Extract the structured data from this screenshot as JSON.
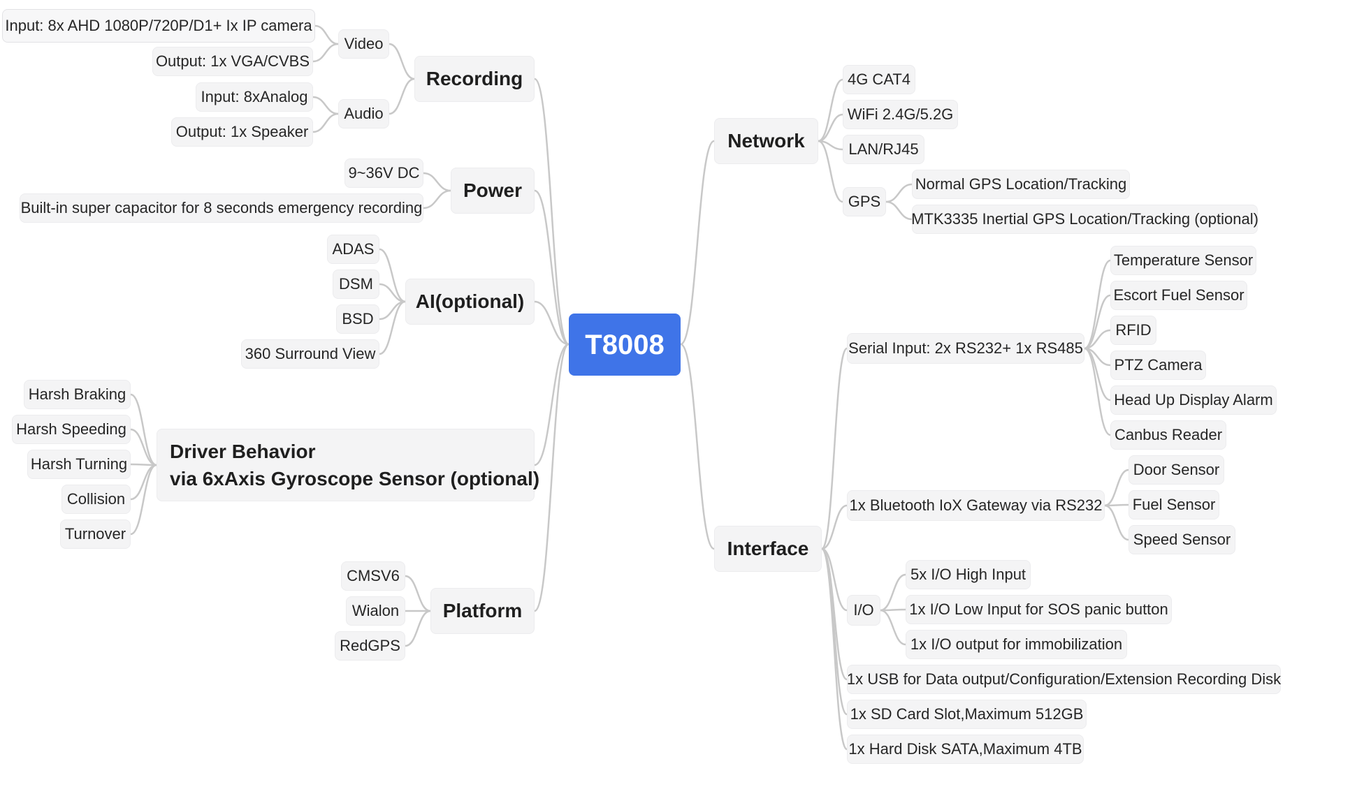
{
  "root": {
    "label": "T8008"
  },
  "colors": {
    "root_fill": "#3f74e8",
    "node_fill": "#f4f4f5",
    "connector": "#c8c8c8",
    "text": "#262626"
  },
  "branches": {
    "recording": {
      "label": "Recording",
      "video": {
        "label": "Video",
        "input": "Input: 8x AHD 1080P/720P/D1+ Ix IP camera",
        "output": "Output: 1x VGA/CVBS"
      },
      "audio": {
        "label": "Audio",
        "input": "Input: 8xAnalog",
        "output": "Output: 1x Speaker"
      }
    },
    "power": {
      "label": "Power",
      "items": [
        "9~36V DC",
        "Built-in super capacitor for 8 seconds emergency recording"
      ]
    },
    "ai": {
      "label": "AI(optional)",
      "items": [
        "ADAS",
        "DSM",
        "BSD",
        "360 Surround View"
      ]
    },
    "driver": {
      "label_line1": "Driver Behavior",
      "label_line2": "via 6xAxis Gyroscope Sensor (optional)",
      "items": [
        "Harsh Braking",
        "Harsh Speeding",
        "Harsh Turning",
        "Collision",
        "Turnover"
      ]
    },
    "platform": {
      "label": "Platform",
      "items": [
        "CMSV6",
        "Wialon",
        "RedGPS"
      ]
    },
    "network": {
      "label": "Network",
      "items": [
        "4G CAT4",
        "WiFi 2.4G/5.2G",
        "LAN/RJ45"
      ],
      "gps": {
        "label": "GPS",
        "items": [
          "Normal GPS Location/Tracking",
          "MTK3335 Inertial GPS Location/Tracking (optional)"
        ]
      }
    },
    "interface": {
      "label": "Interface",
      "serial": {
        "label": "Serial Input: 2x RS232+ 1x RS485",
        "items": [
          "Temperature Sensor",
          "Escort Fuel Sensor",
          "RFID",
          "PTZ Camera",
          "Head Up Display Alarm",
          "Canbus Reader"
        ]
      },
      "bluetooth": {
        "label": "1x Bluetooth IoX Gateway via RS232",
        "items": [
          "Door Sensor",
          "Fuel Sensor",
          "Speed Sensor"
        ]
      },
      "io": {
        "label": "I/O",
        "items": [
          "5x I/O High Input",
          "1x I/O Low Input for SOS panic button",
          "1x I/O output for immobilization"
        ]
      },
      "extras": [
        "1x USB for Data output/Configuration/Extension Recording Disk",
        "1x SD Card Slot,Maximum 512GB",
        "1x Hard Disk SATA,Maximum 4TB"
      ]
    }
  }
}
